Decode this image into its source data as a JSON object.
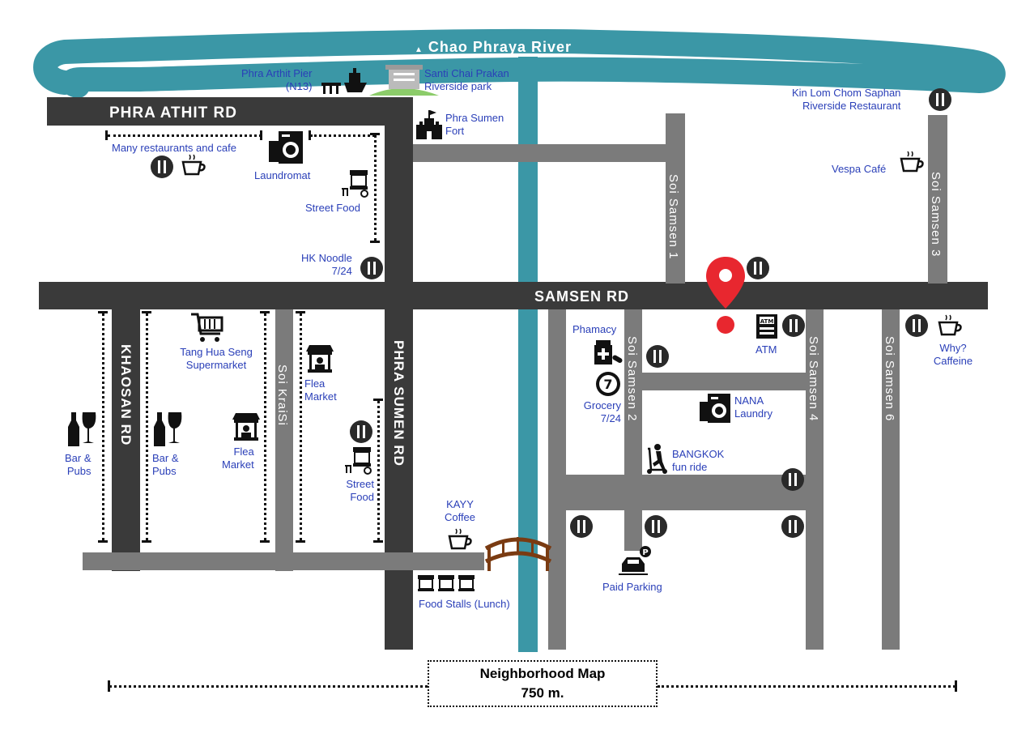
{
  "river": {
    "label": "Chao Phraya River",
    "color": "#3b97a6"
  },
  "roads": {
    "phra_athit": "PHRA ATHIT RD",
    "samsen": "SAMSEN RD",
    "khaosan": "KHAOSAN RD",
    "phra_sumen": "PHRA SUMEN RD",
    "soi_samsen_1": "Soi Samsen 1",
    "soi_samsen_2": "Soi Samsen 2",
    "soi_samsen_3": "Soi Samsen 3",
    "soi_samsen_4": "Soi Samsen 4",
    "soi_samsen_6": "Soi Samsen 6",
    "soi_kraisi": "Soi KraiSi"
  },
  "pois": {
    "pier": "Phra Arthit Pier\n(N13)",
    "park": "Santi Chai Prakan\nRiverside park",
    "fort": "Phra Sumen\nFort",
    "kin_lom": "Kin Lom Chom Saphan\nRiverside Restaurant",
    "vespa": "Vespa Café",
    "many_restaurants": "Many restaurants and cafe",
    "laundromat": "Laundromat",
    "street_food_1": "Street Food",
    "hk_noodle": "HK Noodle\n7/24",
    "tang_hua_seng": "Tang Hua Seng\nSupermarket",
    "flea_market_1": "Flea\nMarket",
    "flea_market_2": "Flea\nMarket",
    "bar_pubs_1": "Bar &\nPubs",
    "bar_pubs_2": "Bar &\nPubs",
    "street_food_2": "Street\nFood",
    "kayy": "KAYY\nCoffee",
    "food_stalls": "Food Stalls (Lunch)",
    "pharmacy": "Phamacy",
    "grocery": "Grocery\n7/24",
    "atm": "ATM",
    "nana": "NANA\nLaundry",
    "fun_ride": "BANGKOK\nfun ride",
    "why_caffeine": "Why?\nCaffeine",
    "parking": "Paid Parking"
  },
  "legend": {
    "title": "Neighborhood Map",
    "distance": "750 m."
  },
  "icons": {
    "restaurant": "fork-knife-icon",
    "cafe": "coffee-cup-icon",
    "marker": "location-pin-icon",
    "atm": "atm-icon",
    "seven_eleven": "7"
  },
  "colors": {
    "major_road": "#3a3a3a",
    "minor_road": "#7b7b7b",
    "text": "#2a3fb8",
    "marker": "#e8272f"
  }
}
